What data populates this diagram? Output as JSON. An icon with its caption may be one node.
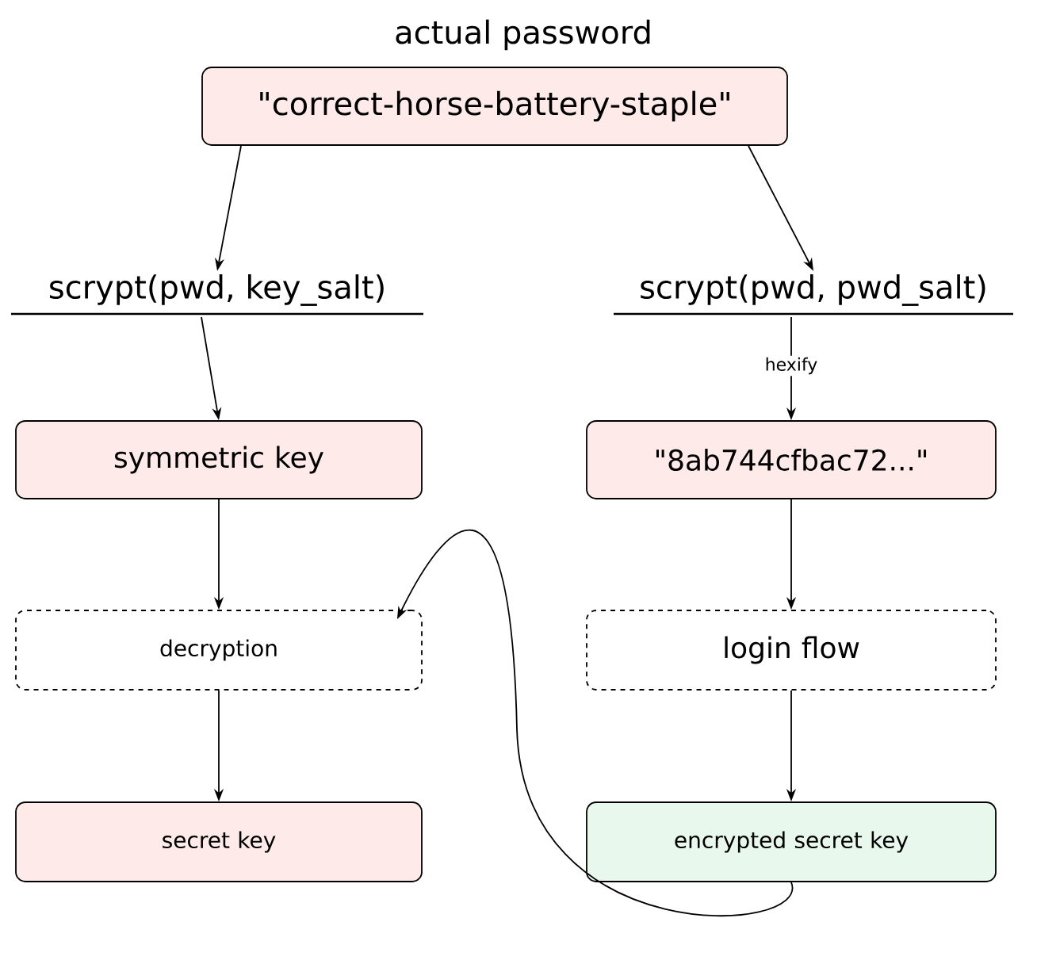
{
  "diagram": {
    "nodes": [
      {
        "text": [
          "actual password",
          "\"correct-horse-battery-staple\""
        ]
      },
      {
        "text": [
          "scrypt(pwd, key_salt)"
        ]
      },
      {
        "text": [
          "scrypt(pwd, pwd_salt)"
        ]
      },
      {
        "text": [
          "symmetric key"
        ]
      },
      {
        "text": [
          "\"8ab744cfbac72...\""
        ]
      },
      {
        "text": [
          "decryption"
        ]
      },
      {
        "text": [
          "login flow"
        ]
      },
      {
        "text": [
          "secret key"
        ]
      },
      {
        "text": [
          "encrypted secret key"
        ]
      }
    ],
    "edges": [
      {
        "from": 0,
        "to": 1,
        "arrow": "to"
      },
      {
        "from": 0,
        "to": 2,
        "arrow": "to"
      },
      {
        "from": 1,
        "to": 3,
        "arrow": "to"
      },
      {
        "from": 2,
        "to": 4,
        "arrow": "to",
        "label": "hexify"
      },
      {
        "from": 3,
        "to": 5,
        "arrow": "to"
      },
      {
        "from": 4,
        "to": 6,
        "arrow": "to"
      },
      {
        "from": 5,
        "to": 7,
        "arrow": "to"
      },
      {
        "from": 6,
        "to": 8,
        "arrow": "to"
      },
      {
        "from": 8,
        "to": 5,
        "arrow": "to"
      }
    ]
  }
}
